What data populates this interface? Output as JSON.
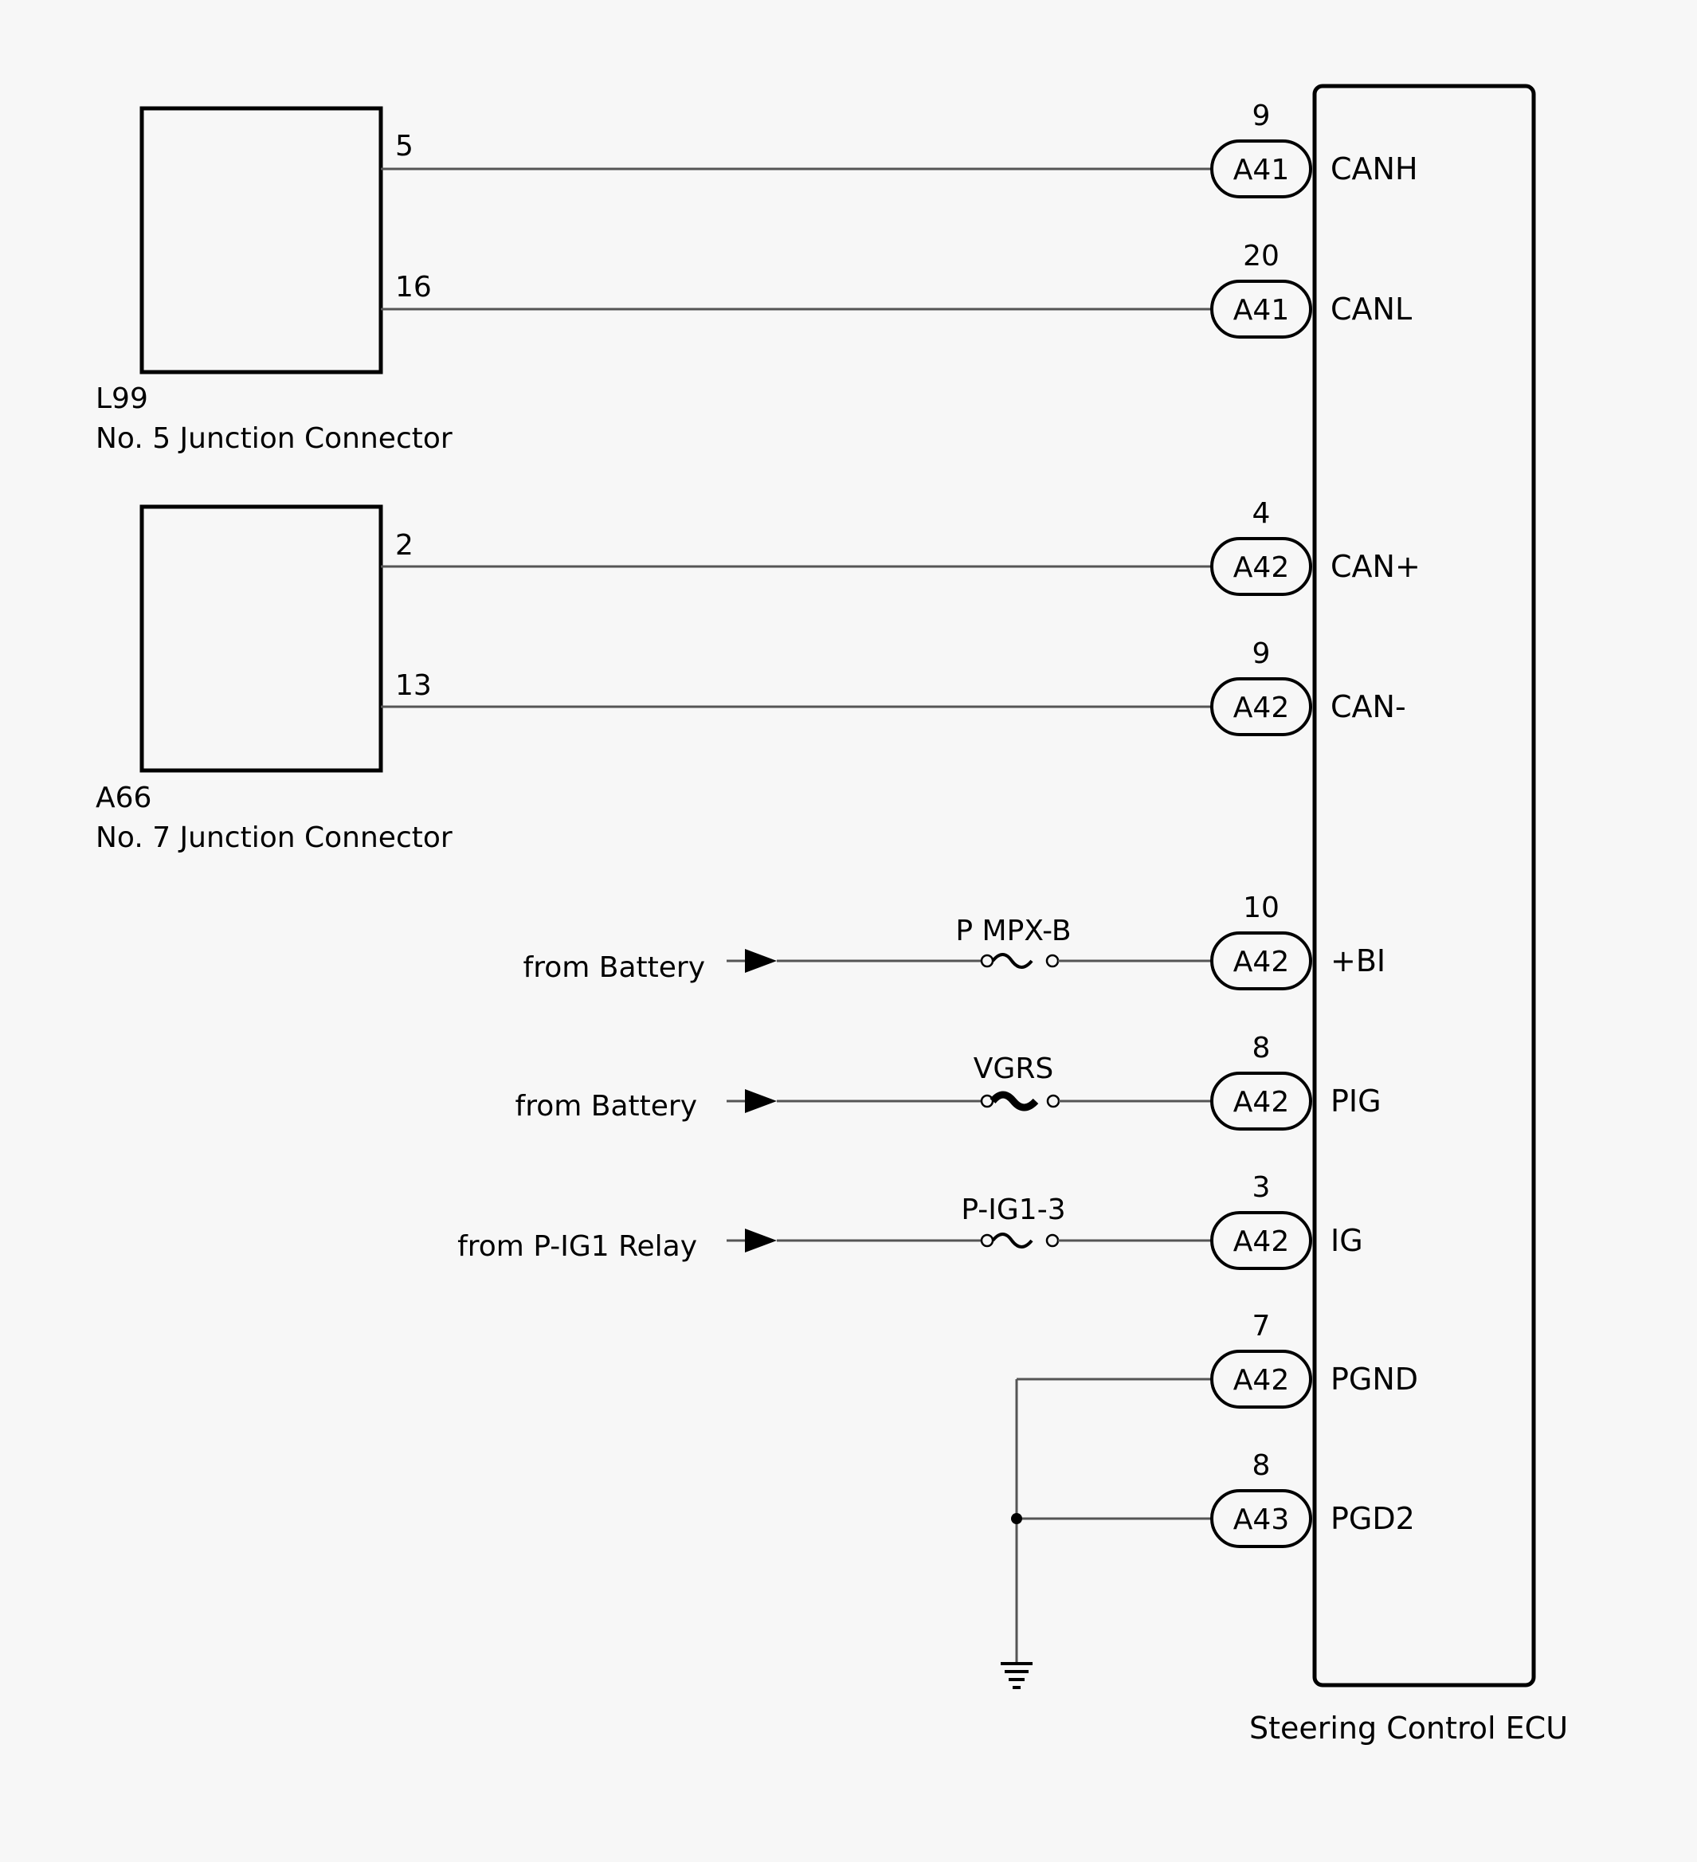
{
  "connectors": {
    "l99": {
      "id": "L99",
      "name": "No. 5 Junction Connector",
      "pins": [
        "5",
        "16"
      ]
    },
    "a66": {
      "id": "A66",
      "name": "No. 7 Junction Connector",
      "pins": [
        "2",
        "13"
      ]
    }
  },
  "ecu": {
    "name": "Steering Control ECU",
    "terminals": [
      {
        "pin": "9",
        "connector": "A41",
        "signal": "CANH"
      },
      {
        "pin": "20",
        "connector": "A41",
        "signal": "CANL"
      },
      {
        "pin": "4",
        "connector": "A42",
        "signal": "CAN+"
      },
      {
        "pin": "9",
        "connector": "A42",
        "signal": "CAN-"
      },
      {
        "pin": "10",
        "connector": "A42",
        "signal": "+BI"
      },
      {
        "pin": "8",
        "connector": "A42",
        "signal": "PIG"
      },
      {
        "pin": "3",
        "connector": "A42",
        "signal": "IG"
      },
      {
        "pin": "7",
        "connector": "A42",
        "signal": "PGND"
      },
      {
        "pin": "8",
        "connector": "A43",
        "signal": "PGD2"
      }
    ]
  },
  "supplies": [
    {
      "source": "from Battery",
      "fuse": "P MPX-B"
    },
    {
      "source": "from Battery",
      "fuse": "VGRS"
    },
    {
      "source": "from P-IG1 Relay",
      "fuse": "P-IG1-3"
    }
  ]
}
